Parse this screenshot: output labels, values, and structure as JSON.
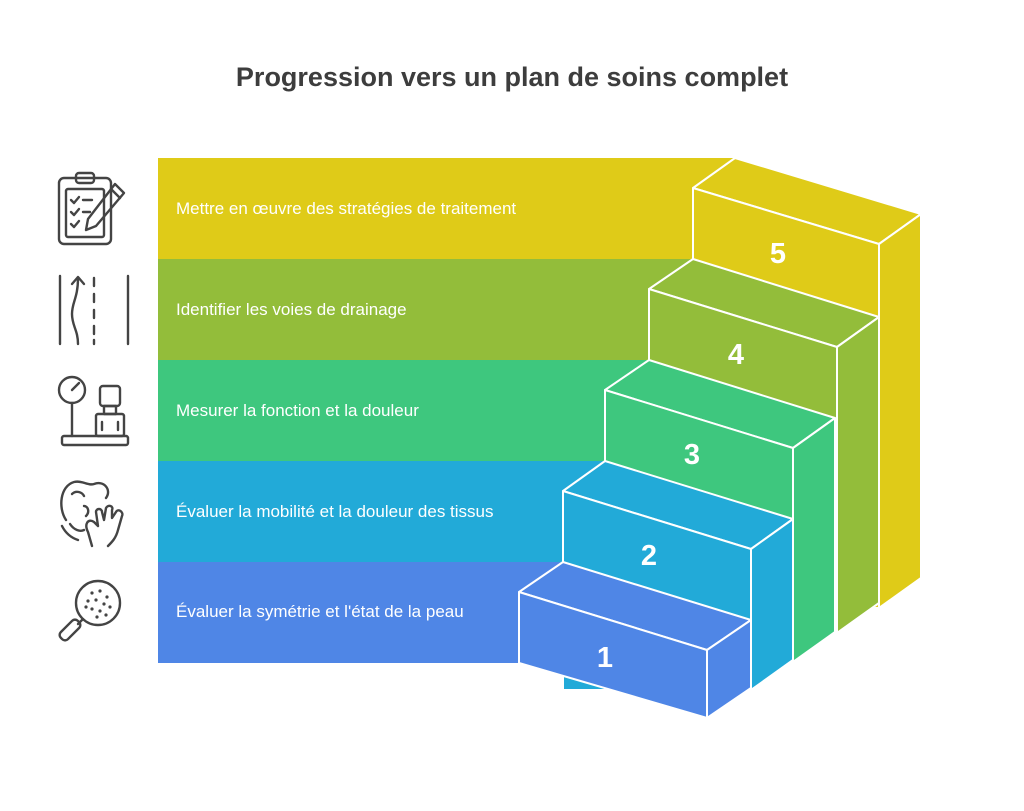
{
  "title": "Progression vers un plan de soins complet",
  "colors": {
    "step1": "#4f86e6",
    "step2": "#22aad8",
    "step3": "#3ec77e",
    "step4": "#93bd3a",
    "step5": "#dfcb18",
    "icon_stroke": "#444444"
  },
  "steps": [
    {
      "number": "1",
      "label": "Évaluer la symétrie et l'état de la peau",
      "icon": "magnifier-icon"
    },
    {
      "number": "2",
      "label": "Évaluer la mobilité et la douleur des tissus",
      "icon": "hand-tissue-icon"
    },
    {
      "number": "3",
      "label": "Mesurer la fonction et la douleur",
      "icon": "gauge-scale-icon"
    },
    {
      "number": "4",
      "label": "Identifier les voies de drainage",
      "icon": "drainage-path-icon"
    },
    {
      "number": "5",
      "label": "Mettre en œuvre des stratégies de traitement",
      "icon": "clipboard-pencil-icon"
    }
  ]
}
